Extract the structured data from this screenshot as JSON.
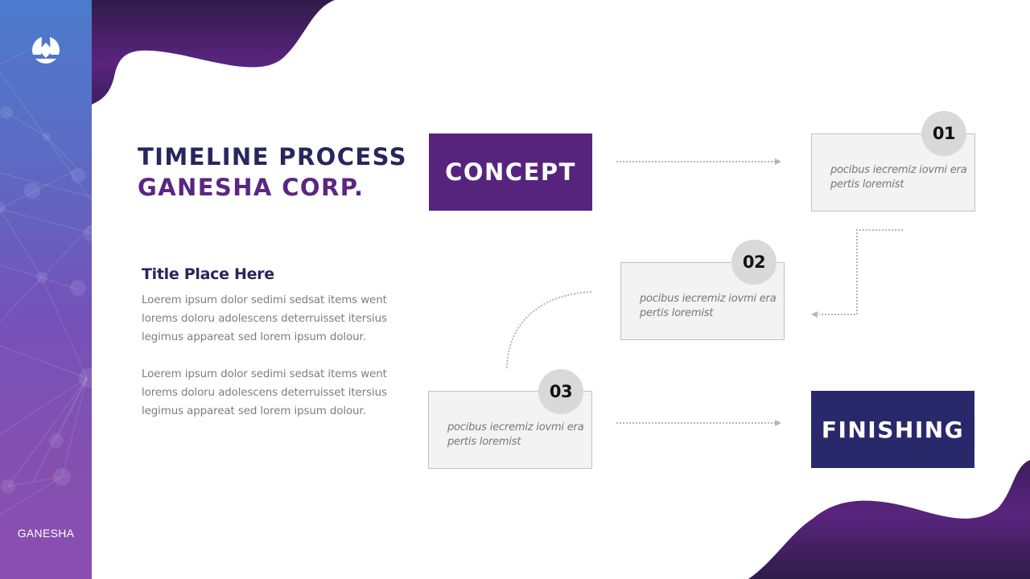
{
  "sidebar": {
    "logo_icon": "ganesha-logo-icon",
    "brand_label": "GANESHA"
  },
  "header": {
    "title_line1": "TIMELINE PROCESS",
    "title_line2": "GANESHA CORP."
  },
  "content": {
    "subtitle": "Title Place Here",
    "paragraphs": [
      "Loerem ipsum dolor sedimi sedsat items went lorems doloru adolescens deterruisset itersius legimus appareat sed lorem ipsum dolour.",
      "Loerem ipsum dolor sedimi sedsat items went lorems doloru adolescens deterruisset itersius legimus appareat sed lorem ipsum dolour."
    ]
  },
  "timeline": {
    "start_label": "CONCEPT",
    "end_label": "FINISHING",
    "steps": [
      {
        "number": "01",
        "text": "pocibus iecremiz iovmi era pertis loremist"
      },
      {
        "number": "02",
        "text": "pocibus iecremiz iovmi era pertis loremist"
      },
      {
        "number": "03",
        "text": "pocibus iecremiz iovmi era pertis loremist"
      }
    ]
  },
  "colors": {
    "navy": "#29286a",
    "purple": "#57247d",
    "card_bg": "#f3f3f3",
    "badge_bg": "#d9d9d9",
    "connector": "#b5b5b5"
  }
}
